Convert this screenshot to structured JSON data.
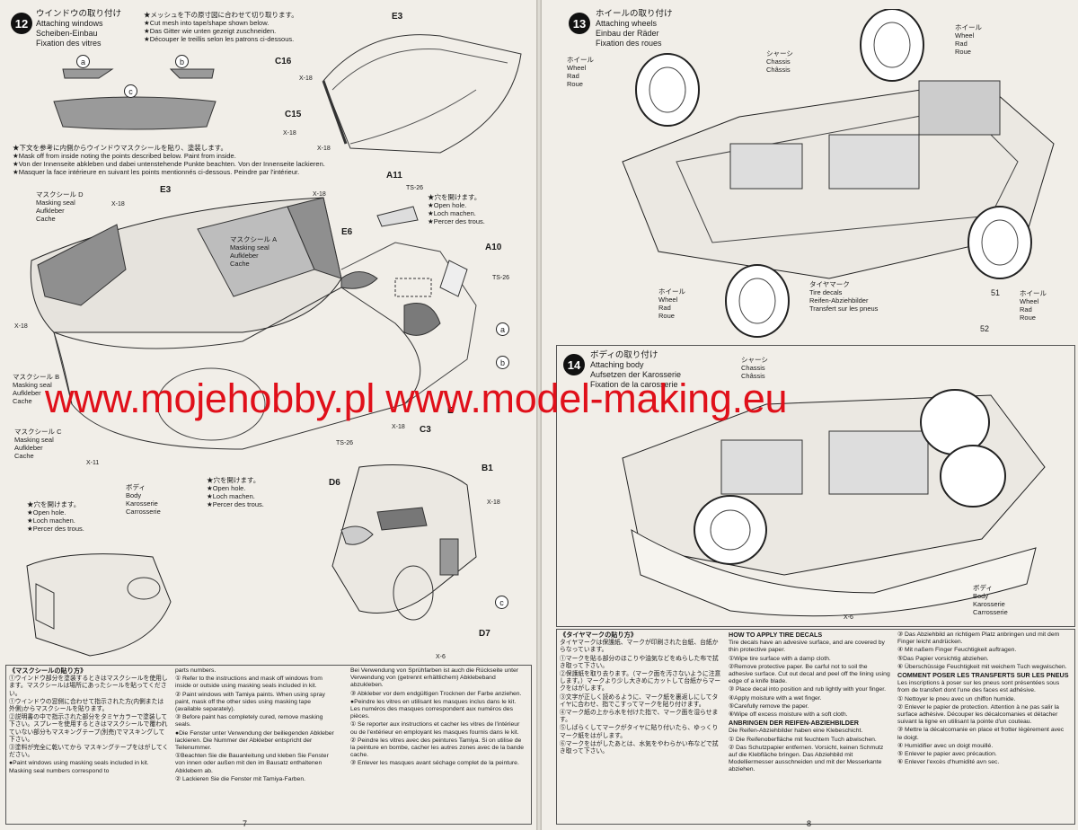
{
  "watermark": "www.mojehobby.pl www.model-making.eu",
  "step12": {
    "number": "12",
    "ja": "ウインドウの取り付け",
    "en": "Attaching windows",
    "de": "Scheiben-Einbau",
    "fr": "Fixation des vitres",
    "mesh_note": [
      "★メッシュを下の原寸図に合わせて切り取ります。",
      "★Cut mesh into tape/shape shown below.",
      "★Das Gitter wie unten gezeigt zuschneiden.",
      "★Découper le treillis selon les patrons ci-dessous."
    ],
    "mask_note": [
      "★下文を参考に内側からウインドウマスクシールを貼り、塗装します。",
      "★Mask off from inside noting the points described below. Paint from inside.",
      "★Von der Innenseite abkleben und dabei untenstehende Punkte beachten. Von der Innenseite lackieren.",
      "★Masquer la face intérieure en suivant les points mentionnés ci-dessous. Peindre par l'intérieur."
    ],
    "mask_d": [
      "マスクシール D",
      "Masking seal",
      "Aufkleber",
      "Cache"
    ],
    "mask_a": [
      "マスクシール A",
      "Masking seal",
      "Aufkleber",
      "Cache"
    ],
    "mask_b": [
      "マスクシール B",
      "Masking seal",
      "Aufkleber",
      "Cache"
    ],
    "mask_c": [
      "マスクシール C",
      "Masking seal",
      "Aufkleber",
      "Cache"
    ],
    "body": [
      "ボディ",
      "Body",
      "Karosserie",
      "Carrosserie"
    ],
    "open_hole": [
      "★穴を開けます。",
      "★Open hole.",
      "★Loch machen.",
      "★Percer des trous."
    ],
    "parts": {
      "e3": "E3",
      "c16": "C16",
      "c15": "C15",
      "a11": "A11",
      "e6": "E6",
      "a10": "A10",
      "c3": "C3",
      "e": "E",
      "b1": "B1",
      "d6": "D6",
      "d7": "D7"
    },
    "codes": {
      "x18": "X-18",
      "x11": "X-11",
      "x6": "X-6",
      "ts26": "TS-26"
    },
    "letters": {
      "a": "a",
      "b": "b",
      "c": "c"
    }
  },
  "step13": {
    "number": "13",
    "ja": "ホイールの取り付け",
    "en": "Attaching wheels",
    "de": "Einbau der Räder",
    "fr": "Fixation des roues",
    "wheel": [
      "ホイール",
      "Wheel",
      "Rad",
      "Roue"
    ],
    "chassis": [
      "シャーシ",
      "Chassis",
      "Châssis"
    ],
    "tire_mark": [
      "タイヤマーク",
      "Tire decals",
      "Reifen-Abziehbilder",
      "Transfert sur les pneus"
    ],
    "decal51": "51",
    "decal52": "52"
  },
  "step14": {
    "number": "14",
    "ja": "ボディの取り付け",
    "en": "Attaching body",
    "de": "Aufsetzen der Karosserie",
    "fr": "Fixation de la carosserie",
    "chassis": [
      "シャーシ",
      "Chassis",
      "Châssis"
    ],
    "body": [
      "ボディ",
      "Body",
      "Karosserie",
      "Carrosserie"
    ],
    "x6": "X-6"
  },
  "left_text": {
    "col1": [
      "《マスクシールの貼り方》",
      "①ウインドウ部分を塗装するときはマスクシールを使用します。マスクシールは場所にあったシールを貼ってください。",
      "①ウインドウの窓側に合わせて指示された方(内側または外側)からマスクシールを貼ります。",
      "②説明書の中で指示された部分をタミヤカラーで塗装して下さい。スプレーを使用するときはマスクシールで覆われていない部分もマスキングテープ(別売)でマスキングして下さい。",
      "③塗料が完全に乾いてから マスキングテープをはがしてください。",
      "●Paint windows using masking seals included in kit. Masking seal numbers correspond to"
    ],
    "col2": [
      "parts numbers.",
      "① Refer to the instructions and mask off windows from inside or outside using masking seals included in kit.",
      "② Paint windows with Tamiya paints. When using spray paint, mask off the other sides using masking tape (available separately).",
      "③ Before paint has completely cured, remove masking seals.",
      "●Die Fenster unter Verwendung der beiliegenden Abkleber lackieren. Die Nummer der Abkleber entspricht der Teilenummer.",
      "①Beachten Sie die Bauanleitung und kleben Sie Fenster von innen oder außen mit den im Bausatz enthaltenen Abklebern ab.",
      "② Lackieren Sie die Fenster mit Tamiya-Farben."
    ],
    "col3": [
      "Bei Verwendung von Sprühfarben ist auch die Rückseite unter Verwendung von (getrennt erhältlichem) Abklebeband abzukleben.",
      "③ Abkleber vor dem endgültigen Trocknen der Farbe anziehen.",
      "●Peindre les vitres en utilisant les masques inclus dans le kit. Les numéros des masques correspondent aux numéros des pièces.",
      "① Se reporter aux instructions et cacher les vitres de l'intérieur ou de l'extérieur en employant les masques fournis dans le kit.",
      "② Peindre les vitres avec des peintures Tamiya. Si on utilise de la peinture en bombe, cacher les autres zones avec de la bande cache.",
      "③ Enlever les masques avant séchage complet de la peinture."
    ],
    "page": "7"
  },
  "right_text": {
    "col1": [
      "《タイヤマークの貼り方》",
      "タイヤマークは保護紙、マークが印刷された台紙、台紙からなっています。",
      "①マークを貼る部分のほこりや油気などをぬらした布で拭き取って下さい。",
      "②保護紙を取り去ります。（マーク面を汚さないように注意します。）マークより少し大きめにカットして台紙からマークをはがします。",
      "③文字が正しく読めるように、マーク紙を裏返しにしてタイヤに合わせ、指でこすってマークを貼り付けます。",
      "④マーク紙の上から水を付けた指で、マーク面を湿らせます。",
      "⑤しばらくしてマークがタイヤに貼り付いたら、ゆっくりマーク紙をはがします。",
      "⑥マークをはがしたあとは、水気をやわらかい布などで拭き取って下さい。"
    ],
    "col2_title": "HOW TO APPLY TIRE DECALS",
    "col2": [
      "Tire decals have an advesive surface, and are covered by thin protective paper.",
      "①Wipe tire surface with a damp cloth.",
      "②Remove protective paper. Be carful not to soil the adhesive surface. Cut out decal and peel off the lining using edge of a knife blade.",
      "③ Place decal into position and rub lightly with your finger.",
      "④Apply moisture with a wet finger.",
      "⑤Carefully remove the paper.",
      "⑥Wipe off excess moisture with a soft cloth."
    ],
    "col2b_title": "ANBRINGEN DER REIFEN-ABZIEHBILDER",
    "col2b": [
      "Die Reifen-Abziehbilder haben eine Klebeschicht.",
      "① Die Reifenoberfläche mit feuchtem Tuch abwischen.",
      "② Das Schutzpapier entfernen. Vorsicht, keinen Schmutz auf die Klebfläche bringen. Das Abziehbild mit Modelliermesser ausschneiden und mit der Messerkante abziehen."
    ],
    "col3": [
      "③ Das Abziehbild an richtigem Platz anbringen und mit dem Finger leicht andrücken.",
      "④ Mit naßem Finger Feuchtigkeit auftragen.",
      "⑤Das Papier vorsichtig abziehen.",
      "⑥ Überschüssige Feuchtigkeit mit weichem Tuch wegwischen."
    ],
    "col3_title": "COMMENT POSER LES TRANSFERTS SUR LES PNEUS",
    "col3b": [
      "Les inscriptions à poser sur les pneus sont présentées sous from de transfert dont l'une des faces est adhésive.",
      "① Nettoyer le pneu avec un chiffon humide.",
      "② Enlever le papier de protection. Attention à ne pas salir la surface adhésive. Découper les décalcomanies et détacher suivant la ligne en utilisant la pointe d'un couteau.",
      "③ Mettre la décalcomanie en place et frotter légèrement avec le doigt.",
      "④ Humidifier avec un doigt mouillé.",
      "⑤ Enlever le papier avec précaution.",
      "⑥ Enlever l'excès d'humidité avn sec."
    ],
    "page": "8"
  }
}
